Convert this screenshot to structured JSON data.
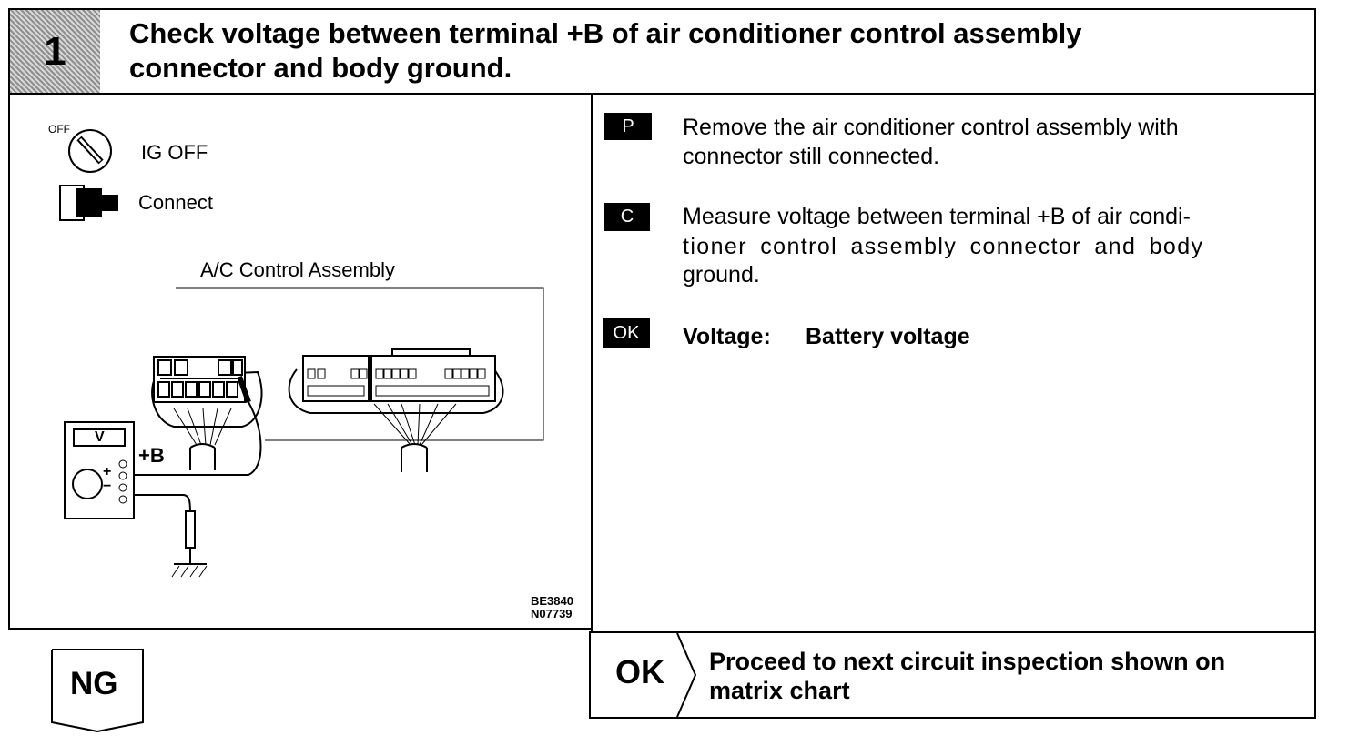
{
  "step": {
    "number": "1",
    "title_line1": "Check voltage between terminal +B of air conditioner control assembly",
    "title_line2": "connector and body ground."
  },
  "figure": {
    "ignition_off_label": "OFF",
    "ig_off": "IG OFF",
    "connect": "Connect",
    "assembly_label": "A/C Control Assembly",
    "voltmeter_label": "V",
    "terminal_label": "+B",
    "plus": "+",
    "minus": "−",
    "code1": "BE3840",
    "code2": "N07739"
  },
  "instructions": [
    {
      "badge": "P",
      "text_lines": [
        "Remove the air conditioner control assembly with",
        "connector still connected."
      ]
    },
    {
      "badge": "C",
      "text_lines": [
        "Measure voltage between terminal +B of air condi-",
        "tioner control assembly connector and body",
        "ground."
      ]
    },
    {
      "badge": "OK",
      "label": "Voltage:",
      "value": "Battery voltage"
    }
  ],
  "results": {
    "ng": "NG",
    "ok": "OK",
    "ok_text_line1": "Proceed to next circuit inspection shown on",
    "ok_text_line2": "matrix chart"
  }
}
